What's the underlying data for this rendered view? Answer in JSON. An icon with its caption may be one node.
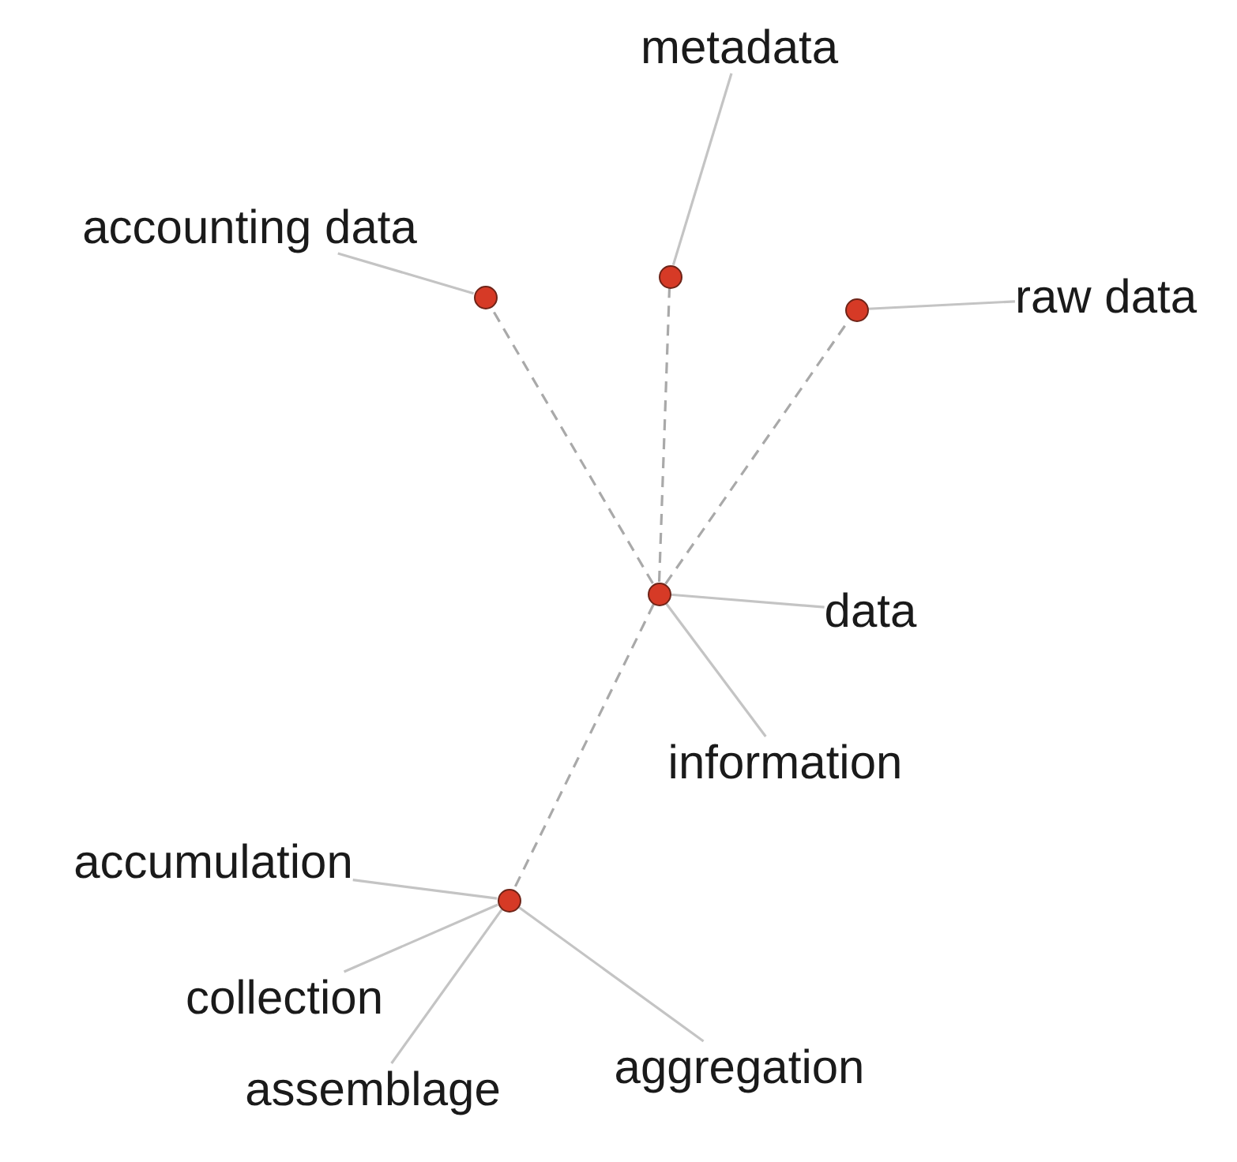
{
  "diagram": {
    "nodes": [
      {
        "text": [
          "metadata"
        ]
      },
      {
        "text": [
          "accounting data"
        ]
      },
      {
        "text": [],
        "shape": "circle"
      },
      {
        "text": [],
        "shape": "circle"
      },
      {
        "text": [],
        "shape": "circle"
      },
      {
        "text": [
          "raw data"
        ]
      },
      {
        "text": [],
        "shape": "circle"
      },
      {
        "text": [
          "data"
        ]
      },
      {
        "text": [
          "information"
        ]
      },
      {
        "text": [
          "accumulation"
        ]
      },
      {
        "text": [],
        "shape": "circle"
      },
      {
        "text": [
          "collection"
        ]
      },
      {
        "text": [
          "assemblage"
        ]
      },
      {
        "text": [
          "aggregation"
        ]
      }
    ],
    "edges": [
      {
        "from": 3,
        "to": 0,
        "arrow": "none"
      },
      {
        "from": 2,
        "to": 1,
        "arrow": "none"
      },
      {
        "from": 4,
        "to": 5,
        "arrow": "none"
      },
      {
        "from": 6,
        "to": 2,
        "arrow": "none",
        "style": "dashed"
      },
      {
        "from": 6,
        "to": 3,
        "arrow": "none",
        "style": "dashed"
      },
      {
        "from": 6,
        "to": 4,
        "arrow": "none",
        "style": "dashed"
      },
      {
        "from": 6,
        "to": 7,
        "arrow": "none"
      },
      {
        "from": 6,
        "to": 8,
        "arrow": "none"
      },
      {
        "from": 6,
        "to": 10,
        "arrow": "none",
        "style": "dashed"
      },
      {
        "from": 10,
        "to": 9,
        "arrow": "none"
      },
      {
        "from": 10,
        "to": 11,
        "arrow": "none"
      },
      {
        "from": 10,
        "to": 12,
        "arrow": "none"
      },
      {
        "from": 10,
        "to": 13,
        "arrow": "none"
      }
    ]
  }
}
